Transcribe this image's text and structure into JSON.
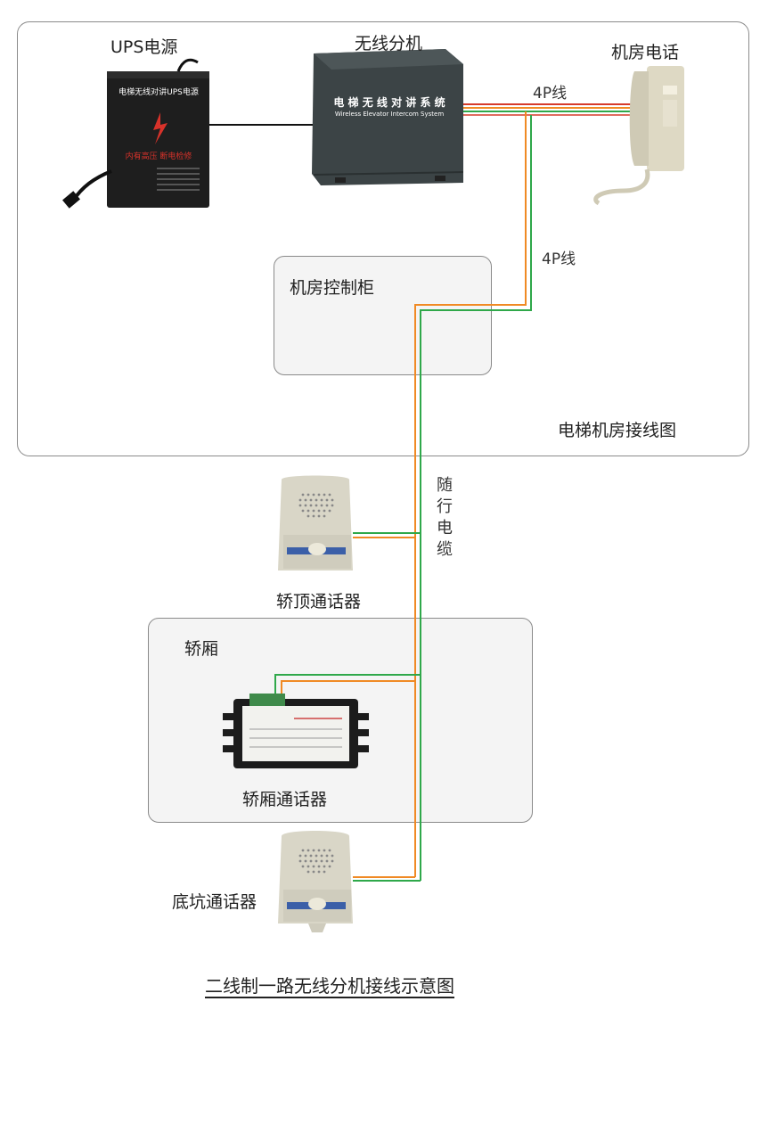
{
  "devices": {
    "ups": {
      "label": "UPS电源",
      "front_title": "电梯无线对讲UPS电源",
      "front_warning": "内有高压  断电检修"
    },
    "wireless_unit": {
      "label": "无线分机",
      "front_title": "电 梯 无 线 对 讲 系 统",
      "front_subtitle": "Wireless Elevator Intercom System"
    },
    "machine_room_phone": {
      "label": "机房电话"
    },
    "car_top_intercom": {
      "label": "轿顶通话器"
    },
    "car_intercom": {
      "label": "轿厢通话器"
    },
    "pit_intercom": {
      "label": "底坑通话器"
    }
  },
  "wires": {
    "label_top": "4P线",
    "label_side": "4P线",
    "traveling_cable": "随行电缆",
    "colors": {
      "red": "#d63a2a",
      "orange": "#f08a24",
      "green": "#2fa84a",
      "black": "#111111"
    }
  },
  "areas": {
    "machine_room": {
      "title": "电梯机房接线图"
    },
    "control_cabinet": {
      "title": "机房控制柜"
    },
    "car": {
      "title": "轿厢"
    }
  },
  "caption": "二线制一路无线分机接线示意图"
}
